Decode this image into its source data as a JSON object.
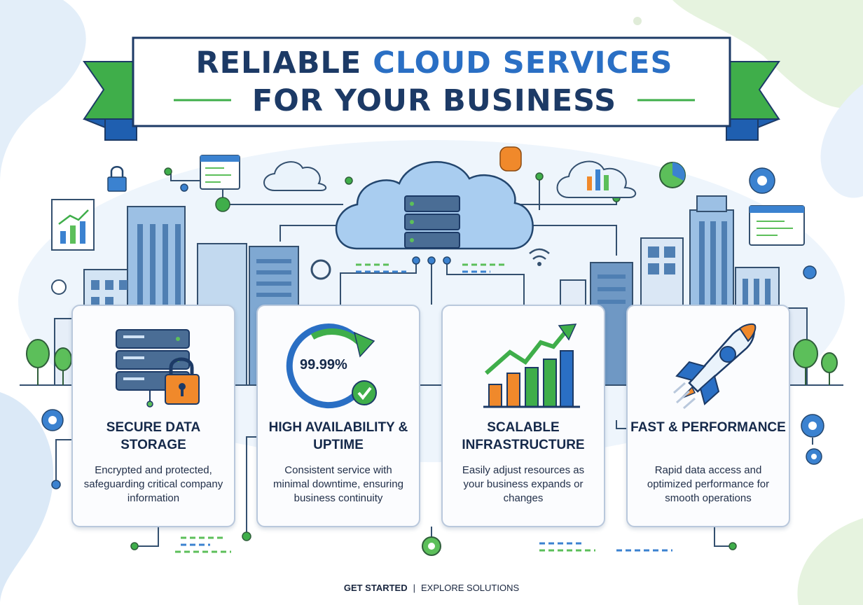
{
  "banner": {
    "title_part1": "RELIABLE ",
    "title_accent": "CLOUD SERVICES",
    "title_line2": "FOR YOUR BUSINESS"
  },
  "cards": [
    {
      "title": "SECURE DATA STORAGE",
      "description": "Encrypted and protected, safeguarding critical company information",
      "icon": "server-lock-icon"
    },
    {
      "title": "HIGH AVAILABILITY & UPTIME",
      "description": "Consistent service with minimal downtime, ensuring business continuity",
      "icon": "uptime-cycle-icon",
      "uptime_value": "99.99%"
    },
    {
      "title": "SCALABLE INFRASTRUCTURE",
      "description": "Easily adjust resources as your business expands or changes",
      "icon": "growth-chart-icon"
    },
    {
      "title": "FAST & PERFORMANCE",
      "description": "Rapid data access and optimized performance for smooth operations",
      "icon": "rocket-icon"
    }
  ],
  "footer": {
    "primary_cta": "GET STARTED",
    "separator": "|",
    "secondary_cta": "EXPLORE SOLUTIONS"
  },
  "colors": {
    "navy": "#1c3a66",
    "accent_blue": "#2a6fc4",
    "green": "#3fae4a",
    "orange": "#f0892b",
    "light_blue": "#cfe2f5"
  }
}
